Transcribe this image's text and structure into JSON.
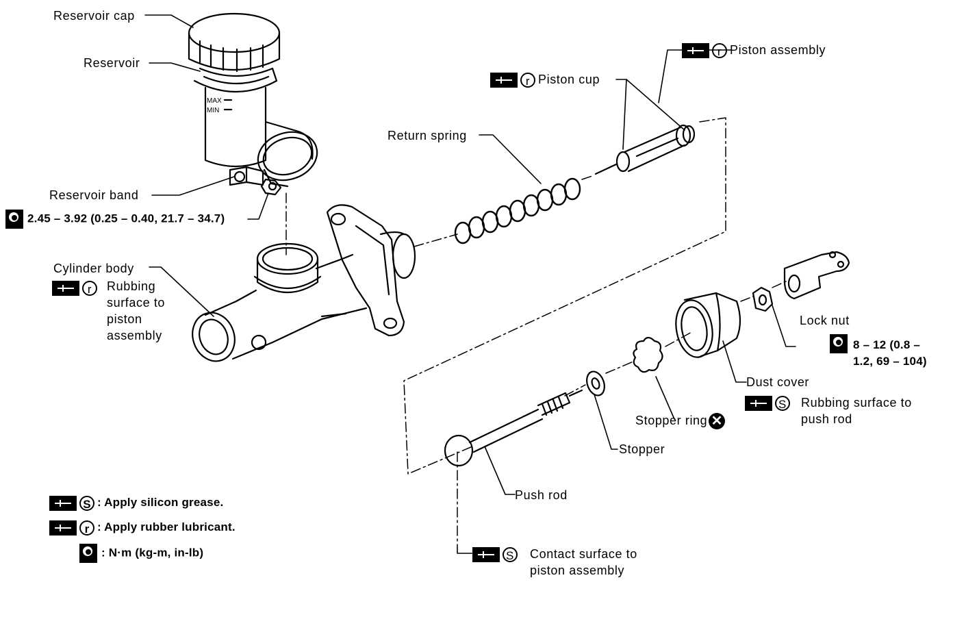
{
  "labels": {
    "reservoir_cap": "Reservoir cap",
    "reservoir": "Reservoir",
    "max": "MAX",
    "min": "MIN",
    "reservoir_band": "Reservoir band",
    "band_torque": "2.45 – 3.92 (0.25 – 0.40, 21.7 – 34.7)",
    "cylinder_body": "Cylinder body",
    "cylinder_note": "Rubbing surface to piston assembly",
    "return_spring": "Return spring",
    "piston_cup": "Piston cup",
    "piston_assembly": "Piston assembly",
    "lock_nut": "Lock nut",
    "locknut_torque": "8 – 12 (0.8 – 1.2, 69 – 104)",
    "dust_cover": "Dust cover",
    "dust_cover_note": "Rubbing surface to push rod",
    "stopper_ring": "Stopper ring",
    "stopper": "Stopper",
    "push_rod": "Push rod",
    "pushrod_note": "Contact surface to piston assembly"
  },
  "symbols": {
    "rubber": "r",
    "silicon": "S",
    "replace": "✕"
  },
  "legend": {
    "silicon": ": Apply silicon grease.",
    "rubber": ": Apply rubber lubricant.",
    "torque": ": N·m (kg-m, in-lb)"
  },
  "colors": {
    "ink": "#000000",
    "paper": "#ffffff"
  }
}
